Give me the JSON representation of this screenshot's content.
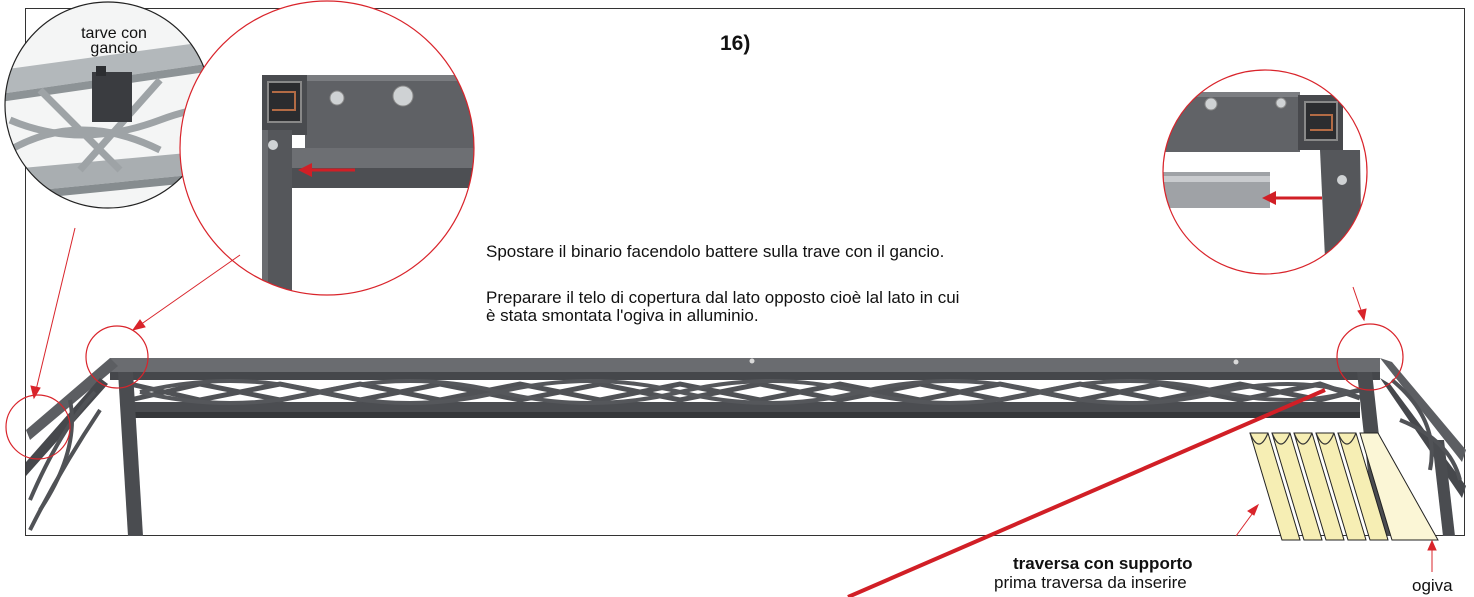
{
  "step": {
    "number": "16)"
  },
  "instructions": {
    "line1": "Spostare il binario facendolo battere sulla trave con il gancio.",
    "line2": "Preparare il telo di copertura dal lato opposto cioè lal lato in cui",
    "line3": "è stata smontata l'ogiva in alluminio."
  },
  "labels": {
    "hook_beam_line1": "tarve con",
    "hook_beam_line2": "gancio",
    "crossbar_title": "traversa con supporto",
    "crossbar_subtitle": "prima traversa da inserire",
    "ogiva": "ogiva"
  },
  "colors": {
    "frame_metal": "#55575b",
    "frame_dark": "#3f4145",
    "galvanized": "#a7adb0",
    "callout_circle": "#d9242b",
    "arrow_red": "#d11f26",
    "ogiva_fill": "#f6eeb4"
  }
}
